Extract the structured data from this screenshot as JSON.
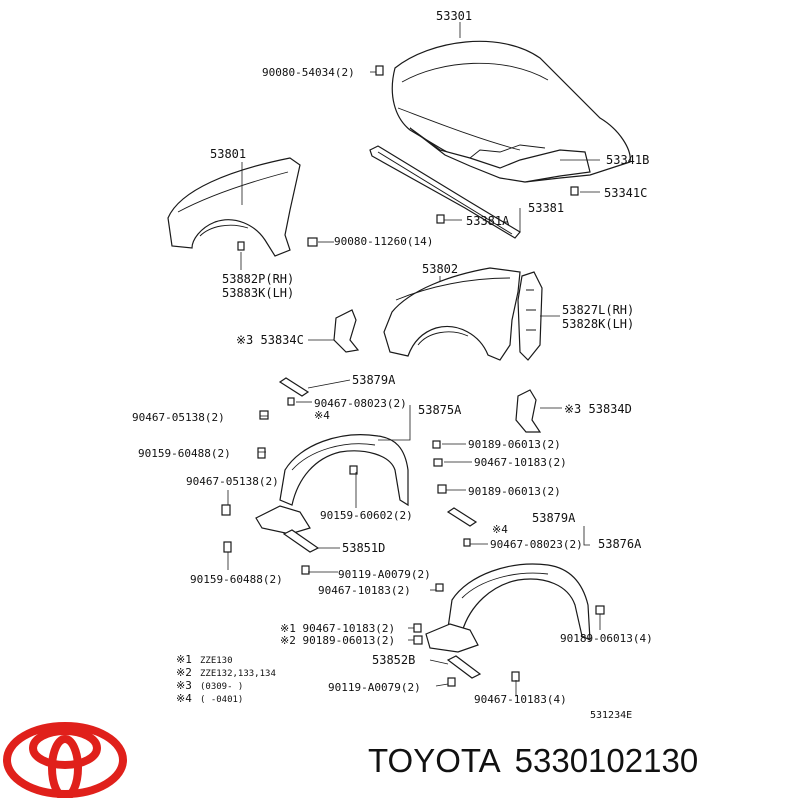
{
  "brand": {
    "name": "TOYOTA",
    "part_number": "5330102130",
    "logo_color": "#e0201b"
  },
  "diagram_ref": "531234E",
  "callouts": [
    {
      "id": "c1",
      "text": "53301"
    },
    {
      "id": "c2",
      "text": "90080-54034(2)"
    },
    {
      "id": "c3",
      "text": "53341B"
    },
    {
      "id": "c4",
      "text": "53341C"
    },
    {
      "id": "c5",
      "text": "53381"
    },
    {
      "id": "c6",
      "text": "53381A"
    },
    {
      "id": "c7",
      "text": "53801"
    },
    {
      "id": "c8",
      "text": "90080-11260(14)"
    },
    {
      "id": "c9",
      "text": "53882P(RH)"
    },
    {
      "id": "c10",
      "text": "53883K(LH)"
    },
    {
      "id": "c11",
      "text": "53802"
    },
    {
      "id": "c12",
      "text": "53827L(RH)"
    },
    {
      "id": "c13",
      "text": "53828K(LH)"
    },
    {
      "id": "c14",
      "text": "※3 53834C"
    },
    {
      "id": "c15",
      "text": "53879A"
    },
    {
      "id": "c16",
      "text": "90467-05138(2)"
    },
    {
      "id": "c17",
      "text": "90467-08023(2)"
    },
    {
      "id": "c18",
      "text": "※4"
    },
    {
      "id": "c19",
      "text": "53875A"
    },
    {
      "id": "c20",
      "text": "※3 53834D"
    },
    {
      "id": "c21",
      "text": "90159-60488(2)"
    },
    {
      "id": "c22",
      "text": "90189-06013(2)"
    },
    {
      "id": "c23",
      "text": "90467-10183(2)"
    },
    {
      "id": "c24",
      "text": "90467-05138(2)"
    },
    {
      "id": "c25",
      "text": "90189-06013(2)"
    },
    {
      "id": "c26",
      "text": "90159-60602(2)"
    },
    {
      "id": "c27",
      "text": "53879A"
    },
    {
      "id": "c28",
      "text": "※4"
    },
    {
      "id": "c29",
      "text": "53851D"
    },
    {
      "id": "c30",
      "text": "90467-08023(2)"
    },
    {
      "id": "c31",
      "text": "53876A"
    },
    {
      "id": "c32",
      "text": "90159-60488(2)"
    },
    {
      "id": "c33",
      "text": "90119-A0079(2)"
    },
    {
      "id": "c34",
      "text": "90467-10183(2)"
    },
    {
      "id": "c35",
      "text": "※1 90467-10183(2)"
    },
    {
      "id": "c36",
      "text": "※2 90189-06013(2)"
    },
    {
      "id": "c37",
      "text": "90189-06013(4)"
    },
    {
      "id": "c38",
      "text": "53852B"
    },
    {
      "id": "c39",
      "text": "90119-A0079(2)"
    },
    {
      "id": "c40",
      "text": "90467-10183(4)"
    }
  ],
  "notes": [
    {
      "mark": "※1",
      "text": "ZZE130"
    },
    {
      "mark": "※2",
      "text": "ZZE132,133,134"
    },
    {
      "mark": "※3",
      "text": "(0309-    )"
    },
    {
      "mark": "※4",
      "text": "(     -0401)"
    }
  ]
}
